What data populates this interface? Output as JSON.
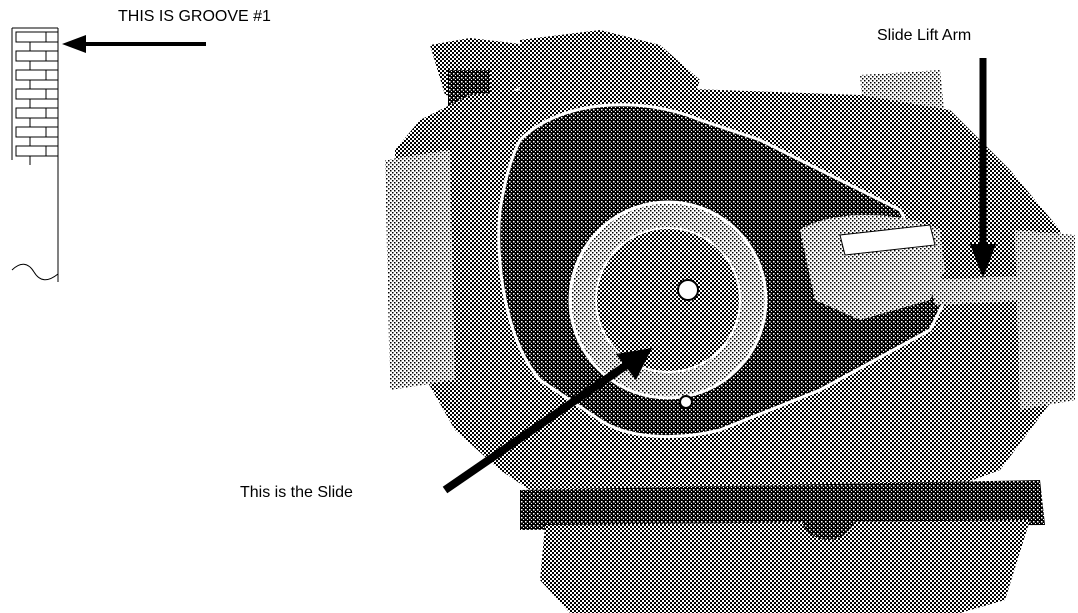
{
  "labels": {
    "groove": "THIS IS GROOVE #1",
    "lift_arm": "Slide Lift Arm",
    "slide": "This is the Slide"
  },
  "colors": {
    "ink": "#000000",
    "paper": "#ffffff",
    "photo_light": "#cfcfcf",
    "photo_mid": "#9a9a9a",
    "photo_dark": "#3a3a3a"
  },
  "needle": {
    "groove_count": 7
  }
}
